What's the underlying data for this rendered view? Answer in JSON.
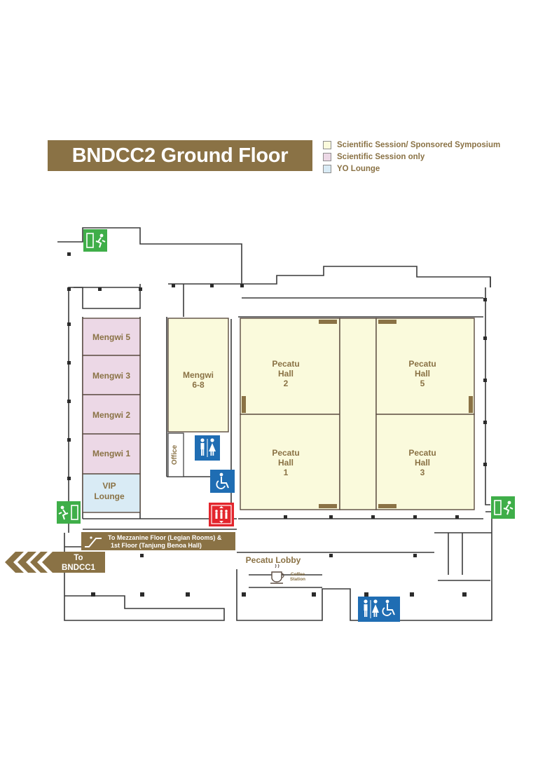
{
  "title": "BNDCC2 Ground Floor",
  "legend": [
    {
      "label": "Scientific Session/ Sponsored Symposium",
      "color": "#fafadc"
    },
    {
      "label": "Scientific Session only",
      "color": "#ecd8e6"
    },
    {
      "label": "YO Lounge",
      "color": "#d9ebf5"
    }
  ],
  "colors": {
    "brand": "#8a7245",
    "room_text": "#8a7245",
    "wall": "#3a3a3a",
    "exit_green": "#3fae49",
    "facility_blue": "#1f6db3",
    "elevator_red": "#e3262d"
  },
  "rooms": {
    "mengwi5": "Mengwi 5",
    "mengwi3": "Mengwi 3",
    "mengwi2": "Mengwi 2",
    "mengwi1": "Mengwi 1",
    "vip_line1": "VIP",
    "vip_line2": "Lounge",
    "mengwi68_line1": "Mengwi",
    "mengwi68_line2": "6-8",
    "office": "Office",
    "hall2": [
      "Pecatu",
      "Hall",
      "2"
    ],
    "hall5": [
      "Pecatu",
      "Hall",
      "5"
    ],
    "hall1": [
      "Pecatu",
      "Hall",
      "1"
    ],
    "hall3": [
      "Pecatu",
      "Hall",
      "3"
    ]
  },
  "lobby": {
    "label": "Pecatu Lobby",
    "coffee_line1": "Coffee",
    "coffee_line2": "Station"
  },
  "escalator_sign": {
    "line1": "To Mezzanine Floor (Legian Rooms) &",
    "line2": "1st Floor (Tanjung Benoa Hall)"
  },
  "bndcc1_sign": {
    "line1": "To",
    "line2": "BNDCC1"
  },
  "icons": [
    "emergency-exit-icon",
    "toilet-icon",
    "wheelchair-icon",
    "elevator-icon",
    "escalator-icon",
    "coffee-cup-icon"
  ]
}
